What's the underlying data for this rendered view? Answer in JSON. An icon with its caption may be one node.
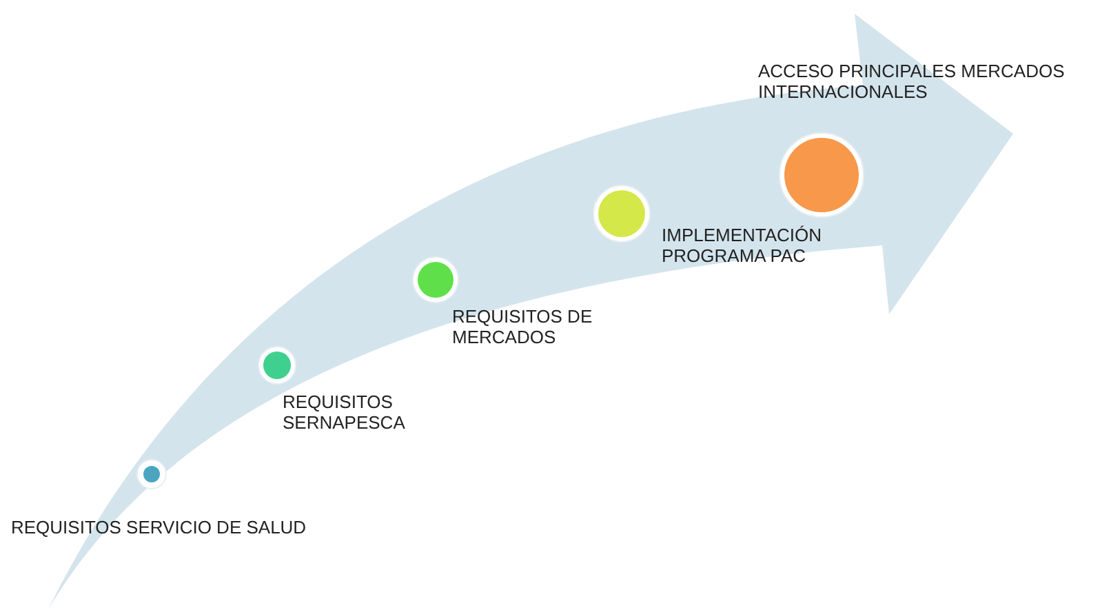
{
  "diagram": {
    "nodes": [
      {
        "text": [],
        "shape": "circle",
        "beside": [
          "REQUISITOS SERVICIO DE SALUD"
        ]
      },
      {
        "text": [],
        "shape": "circle",
        "beside": [
          "REQUISITOS SERNAPESCA"
        ]
      },
      {
        "text": [],
        "shape": "circle",
        "beside": [
          "REQUISITOS DE MERCADOS"
        ]
      },
      {
        "text": [],
        "shape": "circle",
        "beside": [
          "IMPLEMENTACIÓN PROGRAMA PAC"
        ]
      },
      {
        "text": [],
        "shape": "circle",
        "beside": [
          "ACCESO PRINCIPALES MERCADOS INTERNACIONALES"
        ]
      }
    ]
  }
}
